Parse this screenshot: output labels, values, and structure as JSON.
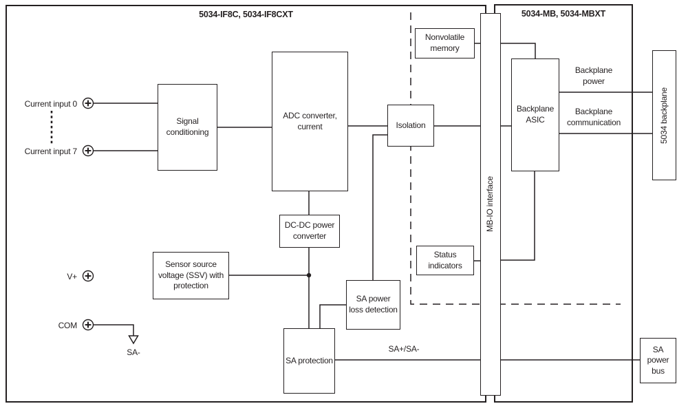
{
  "titles": {
    "left_module": "5034-IF8C, 5034-IF8CXT",
    "right_module": "5034-MB, 5034-MBXT"
  },
  "blocks": {
    "signal_conditioning": "Signal conditioning",
    "adc_converter": "ADC converter, current",
    "isolation": "Isolation",
    "nonvolatile_memory": "Nonvolatile memory",
    "mb_io_interface": "MB-IO interface",
    "backplane_asic": "Backplane ASIC",
    "backplane_5034": "5034 backplane",
    "status_indicators": "Status indicators",
    "dc_dc_converter": "DC-DC power converter",
    "sensor_source_voltage": "Sensor source voltage (SSV) with protection",
    "sa_power_loss": "SA power loss detection",
    "sa_protection": "SA protection",
    "sa_power_bus": "SA power bus"
  },
  "labels": {
    "current_input_0": "Current input 0",
    "current_input_7": "Current input 7",
    "v_plus": "V+",
    "com": "COM",
    "sa_minus": "SA-",
    "sa_bus_line": "SA+/SA-",
    "backplane_power": "Backplane power",
    "backplane_communication": "Backplane communication"
  },
  "colors": {
    "line": "#231f20",
    "background": "#ffffff"
  }
}
